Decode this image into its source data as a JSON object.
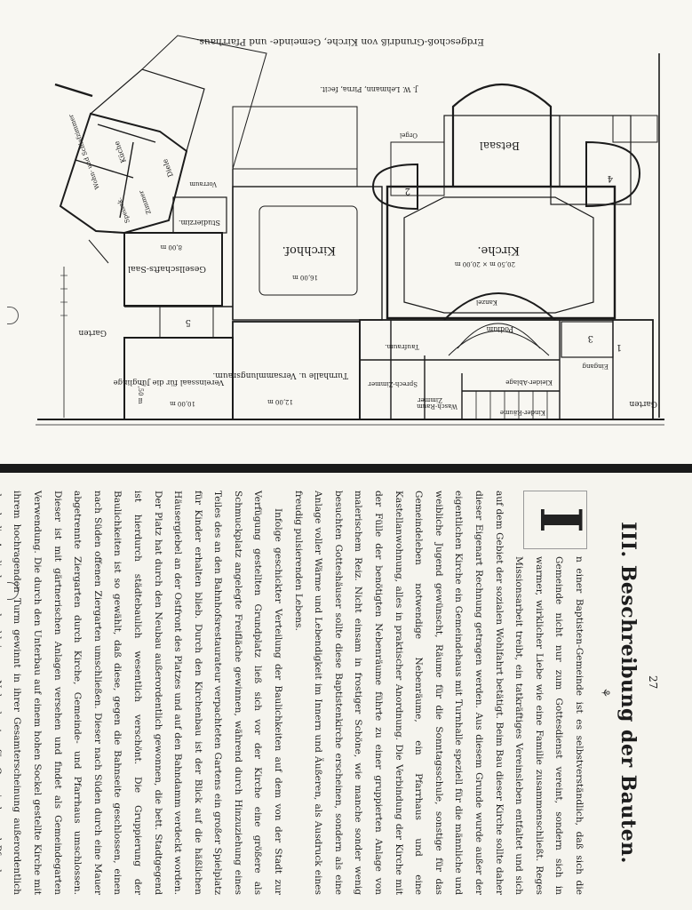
{
  "plan": {
    "caption": "Erdgeschoß-Grundriß von Kirche, Gemeinde- und Pfarrhaus.",
    "author_note": "J. W. Lehmann, Pirna, fecit.",
    "rooms": {
      "betsaal": "Betsaal",
      "kirche": "Kirche.",
      "kirche_dim": "20,50 m × 20,00 m",
      "kirchhof": "Kirchhof.",
      "kirchhof_dim": "16,00 m",
      "gesellschafts_saal": "Gesellschafts-Saal",
      "saal_dim": "8,00 m",
      "studierzim": "Studierzim.",
      "vereinssaal": "Vereinssaal für die Jünglinge",
      "vereinssaal_dim": "10,00 m",
      "vereinssaal_dim2": "7,50 m",
      "turnhalle": "Turnhalle u. Versammlungsraum.",
      "turnhalle_dim": "12,00 m",
      "taufraum": "Taufraum.",
      "podium": "Podium",
      "sprechzimmer": "Sprech-Zimmer",
      "waschraum": "Wasch-Raum",
      "kleiderablage": "Kleider-Ablage",
      "kindergarten": "Kinder-Räume",
      "zimmer": "Zimmer",
      "kuche": "Küche",
      "diele": "Diele",
      "speisek": "Speisek.",
      "vorraum": "Vorraum",
      "wohn_und_schlafzimmer": "Wohn- und Schlafzimmer",
      "zimmer2": "Zimmer",
      "garten": "Garten",
      "treppe_1": "1",
      "treppe_2": "2",
      "treppe_3": "3",
      "treppe_4": "4",
      "treppe_5": "5",
      "kanzel": "Kanzel",
      "orgel": "Orgel",
      "eingang": "Eingang"
    }
  },
  "text": {
    "chapter_title": "III. Beschreibung der Bauten.",
    "flourish": "⚘",
    "dropcap": "I",
    "paragraphs": [
      "n einer Baptisten-Gemeinde ist es selbstverständlich, daß sich die Gemeinde nicht nur zum Gottesdienst vereint, sondern sich in warmer, wirklicher Liebe wie eine Familie zusammenschließt. Reges Missionsarbeit treibt, ein tatkräftiges Vereinsleben entfaltet und sich auf dem Gebiet der sozialen Wohlfahrt betätigt. Beim Bau dieser Kirche sollte daher dieser Eigenart Rechnung getragen werden. Aus diesem Grunde wurde außer der eigentlichen Kirche ein Gemeindehaus mit Turnhalle speziell für die männliche und weibliche Jugend gewünscht, Räume für die Sonntagsschule, sonstige für das Gemeindeleben notwendige Nebenräume, ein Pfarrhaus und eine Kastellanwohnung, alles in praktischer Anordnung. Die Verbindung der Kirche mit der Fülle der benötigten Nebenräume führte zu einer gruppierten Anlage von malerischem Reiz. Nicht einsam in frostiger Schöne, wie manche sonder wenig besuchten Gotteshäuser sollte diese Baptistenkirche erscheinen, sondern als eine Anlage voller Wärme und Lebendigkeit im Innern und Äußeren, als Ausdruck eines freudig pulsierenden Lebens.",
      "Infolge geschickter Verteilung der Baulichkeiten auf dem von der Stadt zur Verfügung gestellten Grundplatz ließ sich vor der Kirche eine größere als Schmuckplatz angelegte Freifläche gewinnen, während durch Hinzuziehung eines Teiles des an den Bahnhofsrestaurateur verpachteten Gartens ein großer Spielplatz für Kinder erhalten blieb. Durch den Kirchenbau ist der Blick auf die häßlichen Häusergiebel an der Ostfront des Platzes und auf den Bahndamm verdeckt worden. Der Platz hat durch den Neubau außerordentlich gewonnen, die bett. Stadtgegend ist hierdurch städtebaulich wesentlich verschönt. Die Gruppierung der Baulichkeiten ist so gewählt, daß diese, gegen die Bahnseite geschlossen, einen nach Süden offenen Ziergarten umschließen. Dieser nach Süden durch eine Mauer abgetrennte Ziergarten durch Kirche, Gemeinde- und Pfarrhaus umschlossen. Dieser ist mit gärtnerischen Anlagen versehen und findet als Gemeindegarten Verwendung. Die durch den Unterbau auf einem hohen Sockel gestellte Kirche mit ihrem hochragenden Turm gewinnt in ihrer Gesamterscheinung außerordentlich durch die Angliederung der kleineren Nebenbauten für Gemeinde- und Pfarrhaus. Die Stellung des Turmes ist derart gewählt, daß dieser sowohl vom Postenplatz als auch von der Allee in der Richtung der Wielandstraße vollständig in Erscheinung tritt."
    ],
    "page_number": "27"
  }
}
